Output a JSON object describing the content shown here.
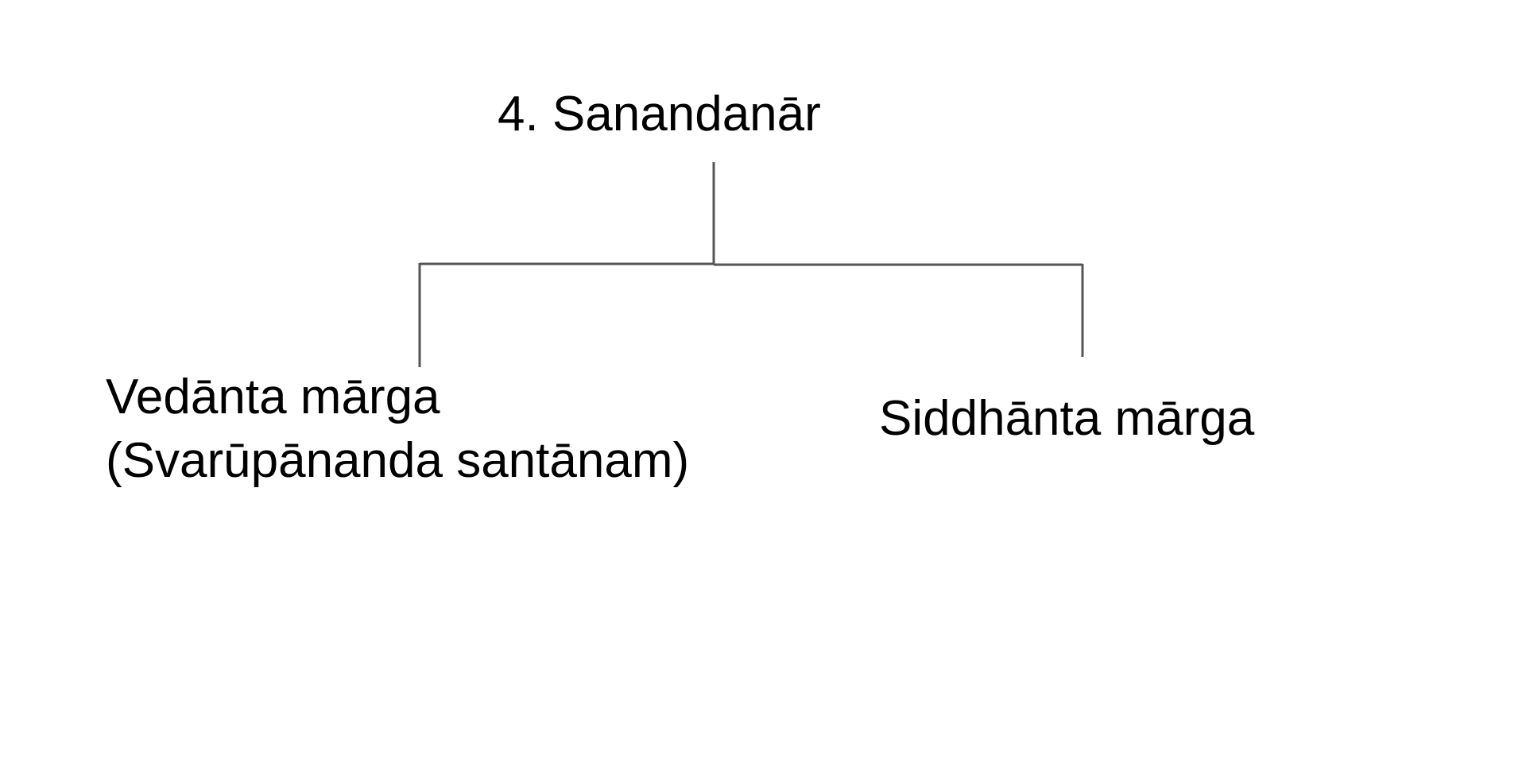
{
  "diagram": {
    "root": {
      "label": "4. Sanandanār"
    },
    "children": [
      {
        "line1": "Vedānta mārga",
        "line2": "(Svarūpānanda santānam)"
      },
      {
        "line1": "Siddhānta mārga"
      }
    ],
    "connector_color": "#555555"
  }
}
